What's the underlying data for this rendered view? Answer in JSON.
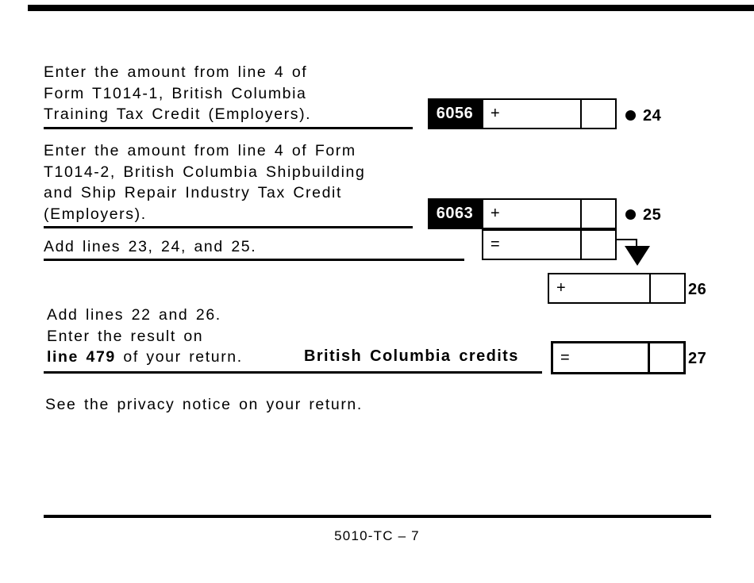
{
  "colors": {
    "ink": "#000000",
    "paper": "#ffffff"
  },
  "icons": {
    "bullet": "filled-circle",
    "arrow": "triangle-down"
  },
  "line24": {
    "description_lines": [
      "Enter the amount from line 4 of",
      "Form T1014-1, British Columbia",
      "Training Tax Credit (Employers)."
    ],
    "code": "6056",
    "operator": "+",
    "line_number": "24"
  },
  "line25": {
    "description_lines": [
      "Enter the amount from line 4 of Form",
      "T1014-2, British Columbia Shipbuilding",
      "and Ship Repair Industry Tax Credit",
      "(Employers)."
    ],
    "code": "6063",
    "operator": "+",
    "line_number": "25"
  },
  "subtotal": {
    "label": "Add lines 23, 24, and 25.",
    "operator": "="
  },
  "line26": {
    "operator": "+",
    "line_number": "26"
  },
  "line27": {
    "description_line1": "Add lines 22 and 26.",
    "description_line2": "Enter the result on",
    "description_line3_bold": "line 479",
    "description_line3_rest": " of your return.",
    "result_label": "British Columbia credits",
    "operator": "=",
    "line_number": "27"
  },
  "privacy_note": "See the privacy notice on your return.",
  "footer": {
    "page_code": "5010-TC – 7"
  }
}
